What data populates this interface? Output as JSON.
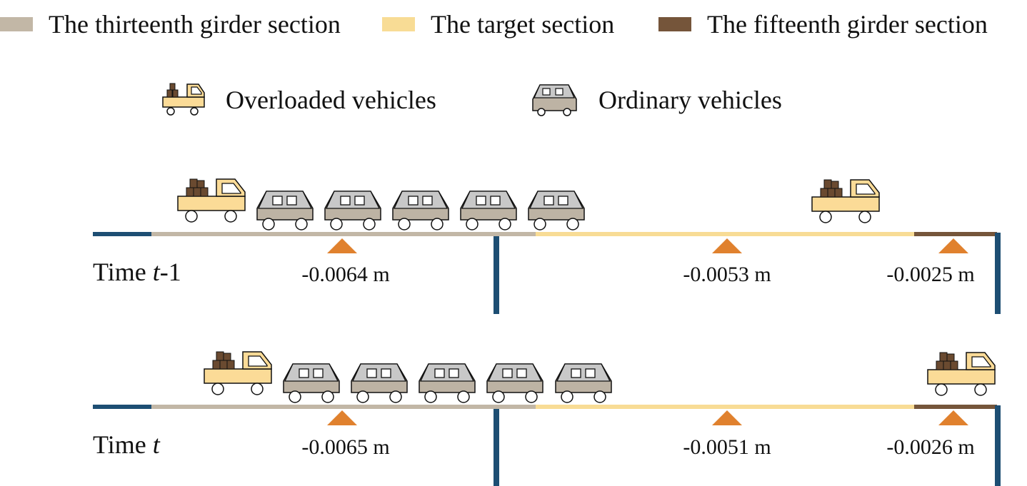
{
  "legend": {
    "sections": [
      {
        "label": "The thirteenth girder section",
        "color": "#c2b7a6"
      },
      {
        "label": "The target section",
        "color": "#f8dc95"
      },
      {
        "label": "The fifteenth girder section",
        "color": "#75553a"
      }
    ],
    "vehicles": [
      {
        "label": "Overloaded vehicles",
        "icon": "truck-icon"
      },
      {
        "label": "Ordinary vehicles",
        "icon": "car-icon"
      }
    ]
  },
  "colors": {
    "girder_end": "#1d4e73",
    "support": "#e0812e",
    "truck_body": "#fbdb97",
    "cargo": "#6a4a30",
    "car_body": "#bdb3a4",
    "car_top": "#c8c8c8"
  },
  "scenes": [
    {
      "time_prefix": "Time ",
      "time_var": "t",
      "time_suffix": "-1",
      "deflections": [
        "-0.0064 m",
        "-0.0053 m",
        "-0.0025 m"
      ]
    },
    {
      "time_prefix": "Time ",
      "time_var": "t",
      "time_suffix": "",
      "deflections": [
        "-0.0065 m",
        "-0.0051 m",
        "-0.0026 m"
      ]
    }
  ]
}
